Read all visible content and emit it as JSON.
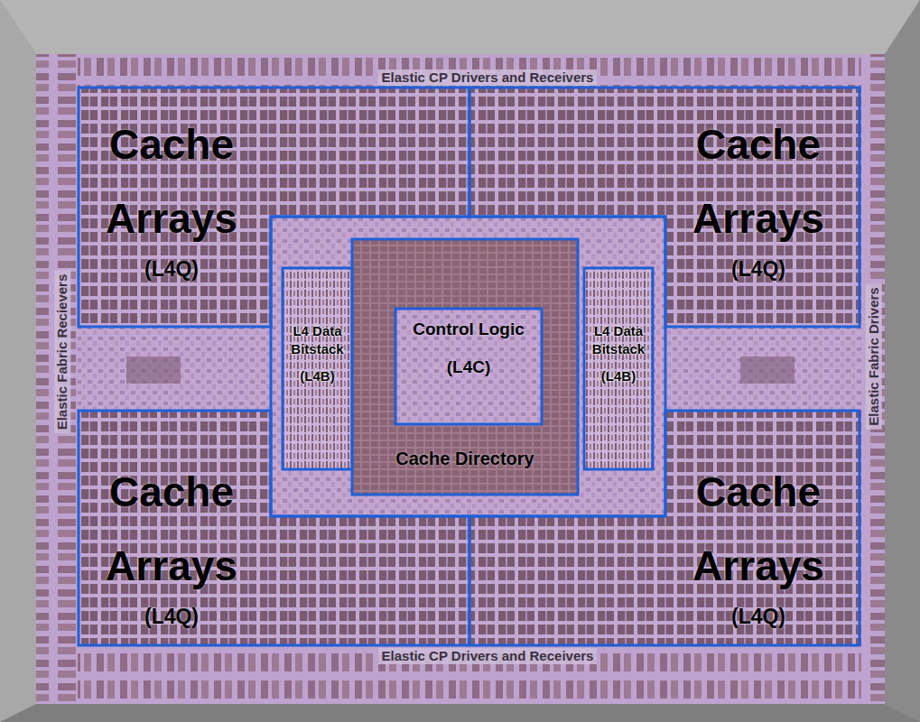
{
  "diagram": {
    "nodes": [
      {
        "text": [
          "Cache Arrays",
          "(L4Q)"
        ]
      },
      {
        "text": [
          "Cache Arrays",
          "(L4Q)"
        ]
      },
      {
        "text": [
          "L4 Data Bitstack",
          "(L4B)"
        ]
      },
      {
        "text": [
          "Cache Directory"
        ]
      },
      {
        "text": [
          "Control Logic",
          "(L4C)"
        ],
        "in": 3
      },
      {
        "text": [
          "L4 Data Bitstack",
          "(L4B)"
        ]
      },
      {
        "text": [
          "Cache Arrays",
          "(L4Q)"
        ]
      },
      {
        "text": [
          "Cache Arrays",
          "(L4Q)"
        ]
      }
    ],
    "labels": [
      "Elastic CP Drivers and Receivers",
      "Elastic CP Drivers and Receivers",
      "Elastic Fabric Recievers",
      "Elastic Fabric Drivers"
    ]
  }
}
